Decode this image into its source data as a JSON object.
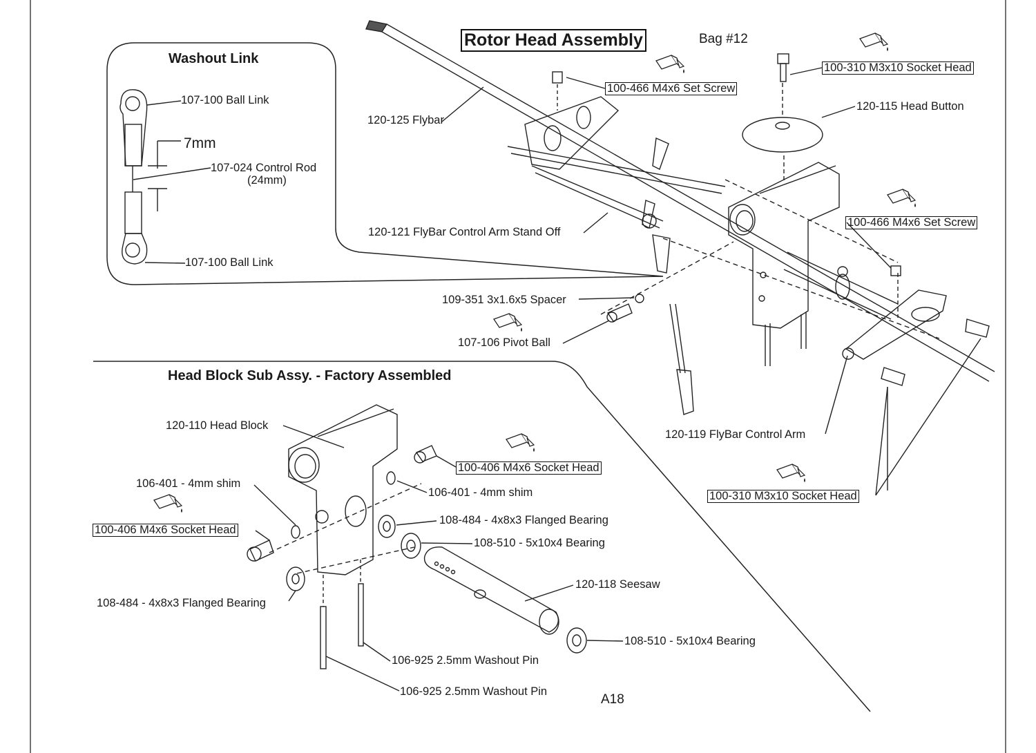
{
  "title": "Rotor Head Assembly",
  "bag": "Bag #12",
  "page_number": "A18",
  "inset": {
    "title": "Washout Link",
    "labels": {
      "ball_link_top": "107-100 Ball Link",
      "dimension": "7mm",
      "control_rod": "107-024 Control Rod",
      "control_rod_len": "(24mm)",
      "ball_link_bottom": "107-100 Ball Link"
    }
  },
  "main_labels": {
    "set_screw_top": "100-466 M4x6 Set Screw",
    "socket_head_top": "100-310 M3x10 Socket Head",
    "head_button": "120-115 Head Button",
    "flybar": "120-125 Flybar",
    "standoff": "120-121 FlyBar Control Arm Stand Off",
    "set_screw_right": "100-466 M4x6 Set Screw",
    "spacer": "109-351 3x1.6x5 Spacer",
    "pivot_ball": "107-106  Pivot Ball",
    "control_arm": "120-119 FlyBar Control Arm",
    "socket_head_bottom": "100-310 M3x10 Socket Head"
  },
  "sub_assembly": {
    "title": "Head Block Sub Assy. - Factory Assembled",
    "labels": {
      "head_block": "120-110 Head Block",
      "shim_left": "106-401 - 4mm shim",
      "socket_head_right": "100-406 M4x6 Socket Head",
      "shim_right": "106-401 - 4mm shim",
      "socket_head_left": "100-406 M4x6 Socket Head",
      "flanged_bearing_right": "108-484 - 4x8x3 Flanged Bearing",
      "bearing_upper": "108-510 - 5x10x4 Bearing",
      "flanged_bearing_left": "108-484 - 4x8x3 Flanged Bearing",
      "seesaw": "120-118 Seesaw",
      "bearing_lower": "108-510 - 5x10x4 Bearing",
      "washout_pin_1": "106-925 2.5mm Washout Pin",
      "washout_pin_2": "106-925 2.5mm Washout Pin"
    }
  },
  "icons": [
    "threadlocker-bottle-icon"
  ],
  "colors": {
    "ink": "#1a1a1a",
    "paper": "#ffffff"
  }
}
